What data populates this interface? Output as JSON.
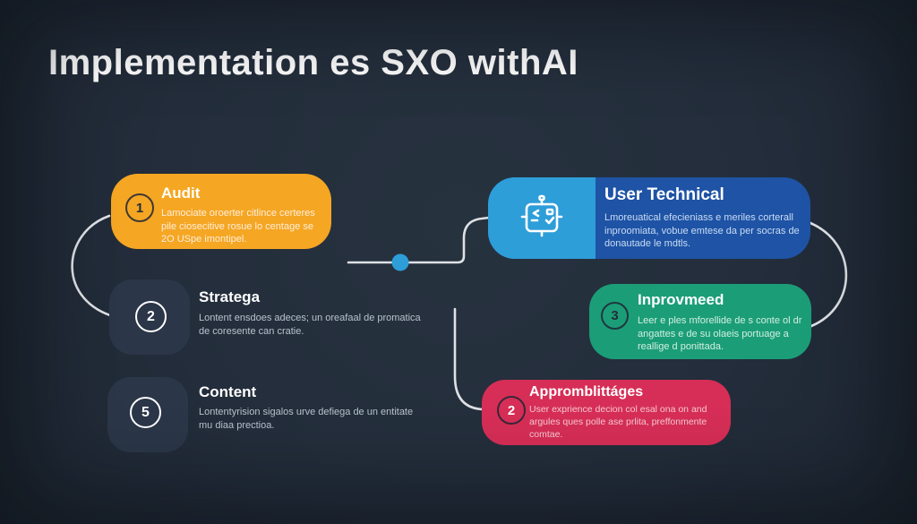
{
  "title": "Implementation es SXO withAI",
  "nodes": {
    "audit": {
      "badge": "1",
      "title": "Audit",
      "body": "Lamociate oroerter citlince certeres pile ciosecitive rosue lo centage se 2O USpe imontipel."
    },
    "strategy": {
      "badge": "2",
      "title": "Stratega",
      "body": "Lontent ensdoes adeces; un oreafaal de promatica de coresente can cratie."
    },
    "content": {
      "badge": "5",
      "title": "Content",
      "body": "Lontentyrision sigalos urve defiega de un entitate mu diaa prectioa."
    },
    "user_technical": {
      "icon": "robot-icon",
      "title": "User Technical",
      "body": "Lmoreuatical efecieniass e meriles corterall inproomiata, vobue emtese da per socras de donautade le mdtls."
    },
    "improvement": {
      "badge": "3",
      "title": "Inprovmeed",
      "body": "Leer e ples mforellide de s conte ol dr angattes e de su olaeis portuage a reallige d ponittada."
    },
    "approaches": {
      "badge": "2",
      "title": "Appromblittáges",
      "body": "User exprience decion col esal ona on and argules ques polle ase prlita, preffonmente comtae."
    }
  },
  "colors": {
    "background": "#232d3b",
    "audit_box": "#f5a623",
    "neutral_icon_box": "#2b3648",
    "user_technical_icon_panel": "#2e9ed8",
    "user_technical_box": "#1e53a5",
    "improvement_box": "#1b9e77",
    "approaches_box": "#d62e56",
    "connector_line": "#eef0f3",
    "connector_dot": "#2e9ed8",
    "title_text": "#ffffff"
  }
}
